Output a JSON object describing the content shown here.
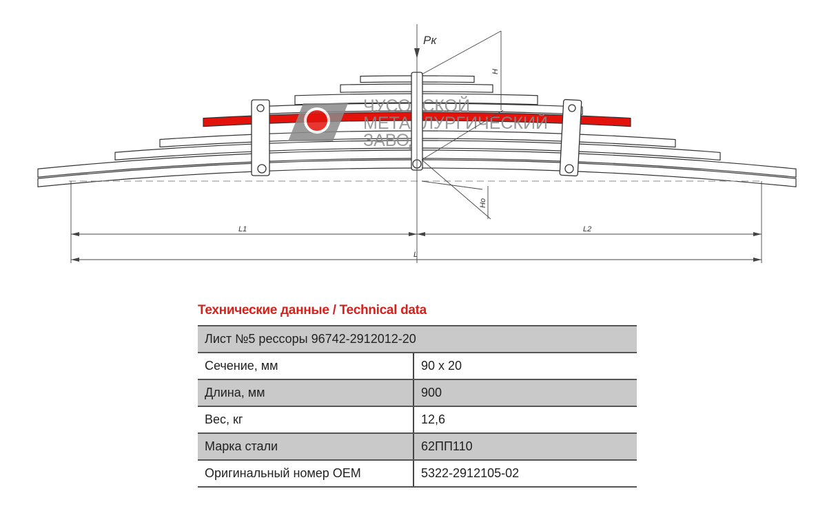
{
  "drawing": {
    "force_label": "Pк",
    "height_label": "H",
    "height0_label": "Ho",
    "l1_label": "L1",
    "l2_label": "L2",
    "l_label": "L",
    "highlight_color": "#e3120b"
  },
  "logo": {
    "line1": "ЧУСОВСКОЙ",
    "line2": "МЕТАЛЛУРГИЧЕСКИЙ",
    "line3": "ЗАВОД"
  },
  "table": {
    "title": "Технические данные / Technical data",
    "header": "Лист №5 рессоры 96742-2912012-20",
    "rows": [
      {
        "label": "Сечение, мм",
        "value": "90 x 20"
      },
      {
        "label": "Длина, мм",
        "value": "900"
      },
      {
        "label": "Вес, кг",
        "value": "12,6"
      },
      {
        "label": "Марка стали",
        "value": "62ПП110"
      },
      {
        "label": "Оригинальный номер OEM",
        "value": "5322-2912105-02"
      }
    ]
  }
}
